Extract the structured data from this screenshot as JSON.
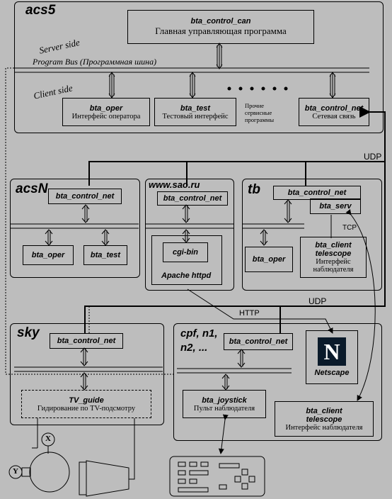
{
  "acs5": {
    "title": "acs5",
    "control_can": {
      "name": "bta_control_can",
      "desc": "Главная управляющая программа"
    },
    "server_side": "Server side",
    "program_bus": "Program Bus (Программная шина)",
    "client_side": "Client side",
    "oper": {
      "name": "bta_oper",
      "desc": "Интерфейс оператора"
    },
    "test": {
      "name": "bta_test",
      "desc": "Тестовый интерфейс"
    },
    "other": [
      "Прочие",
      "сервисные",
      "программы"
    ],
    "control_net": {
      "name": "bta_control_net",
      "desc": "Сетевая связь"
    }
  },
  "udp_top": "UDP",
  "acsN": {
    "title": "acsN",
    "control_net": "bta_control_net",
    "oper": "bta_oper",
    "test": "bta_test"
  },
  "www": {
    "title": "www.sao.ru",
    "control_net": "bta_control_net",
    "cgi": "cgi-bin",
    "apache": "Apache  httpd"
  },
  "tb": {
    "title": "tb",
    "control_net": "bta_control_net",
    "serv": "bta_serv",
    "tcp": "TCP",
    "oper": "bta_oper",
    "client": {
      "name1": "bta_client",
      "name2": "telescope",
      "desc1": "Интерфейс",
      "desc2": "наблюдателя"
    }
  },
  "http": "HTTP",
  "udp_mid": "UDP",
  "sky": {
    "title": "sky",
    "control_net": "bta_control_net",
    "tvguide": {
      "name": "TV_guide",
      "desc": "Гидирование по TV-подсмотру"
    }
  },
  "cpf": {
    "title": "cpf, n1,",
    "title2": "n2, ...",
    "control_net": "bta_control_net",
    "netscape": "Netscape",
    "netscape_logo": "N",
    "joystick": {
      "name": "bta_joystick",
      "desc": "Пульт наблюдателя"
    }
  },
  "client2": {
    "name1": "bta_client",
    "name2": "telescope",
    "desc": "Интерфейс наблюдателя"
  },
  "motor": {
    "x": "X",
    "y": "Y"
  }
}
